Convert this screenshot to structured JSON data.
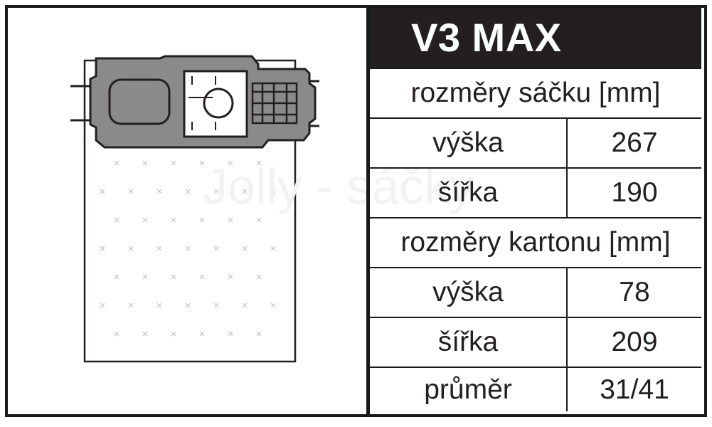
{
  "title": "V3 MAX",
  "watermark": "Jolly - sáčky",
  "sections": [
    {
      "heading": "rozměry sáčku [mm]",
      "rows": [
        {
          "label": "výška",
          "value": "267"
        },
        {
          "label": "šířka",
          "value": "190"
        }
      ]
    },
    {
      "heading": "rozměry kartonu [mm]",
      "rows": [
        {
          "label": "výška",
          "value": "78"
        },
        {
          "label": "šířka",
          "value": "209"
        },
        {
          "label": "průměr",
          "value": "31/41"
        }
      ]
    }
  ],
  "colors": {
    "frame": "#1a1a1a",
    "title_bg": "#231f20",
    "title_text": "#ffffff",
    "collar_fill": "#8a8a8a",
    "watermark": "#f2f2f2"
  }
}
